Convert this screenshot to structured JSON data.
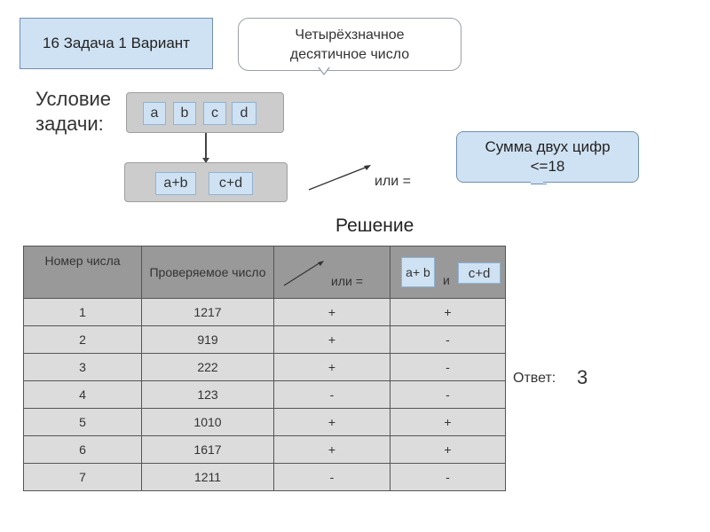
{
  "header": {
    "title": "16 Задача 1 Вариант",
    "callout_line1": "Четырёхзначное",
    "callout_line2": "десятичное число"
  },
  "condition": {
    "label_line1": "Условие",
    "label_line2": "задачи:",
    "digits": [
      "a",
      "b",
      "c",
      "d"
    ],
    "sums": [
      "a+b",
      "c+d"
    ],
    "comparison": "или =",
    "sum_note_line1": "Сумма двух цифр",
    "sum_note_line2": "<=18"
  },
  "solution": {
    "title": "Решение",
    "columns": {
      "number": "Номер числа",
      "checked": "Проверяемое число",
      "comparison": "или =",
      "sum_ab": "a+ b",
      "and": "и",
      "sum_cd": "c+d"
    },
    "rows": [
      {
        "n": "1",
        "value": "1217",
        "cmp": "+",
        "sum": "+"
      },
      {
        "n": "2",
        "value": "919",
        "cmp": "+",
        "sum": "-"
      },
      {
        "n": "3",
        "value": "222",
        "cmp": "+",
        "sum": "-"
      },
      {
        "n": "4",
        "value": "123",
        "cmp": "-",
        "sum": "-"
      },
      {
        "n": "5",
        "value": "1010",
        "cmp": "+",
        "sum": "+"
      },
      {
        "n": "6",
        "value": "1617",
        "cmp": "+",
        "sum": "+"
      },
      {
        "n": "7",
        "value": "1211",
        "cmp": "-",
        "sum": "-"
      }
    ]
  },
  "answer": {
    "label": "Ответ:",
    "value": "3"
  },
  "colors": {
    "chip_fill": "#cfe2f3",
    "gray_box": "#cccccc",
    "table_header": "#999999",
    "table_cell": "#dcdcdc"
  }
}
